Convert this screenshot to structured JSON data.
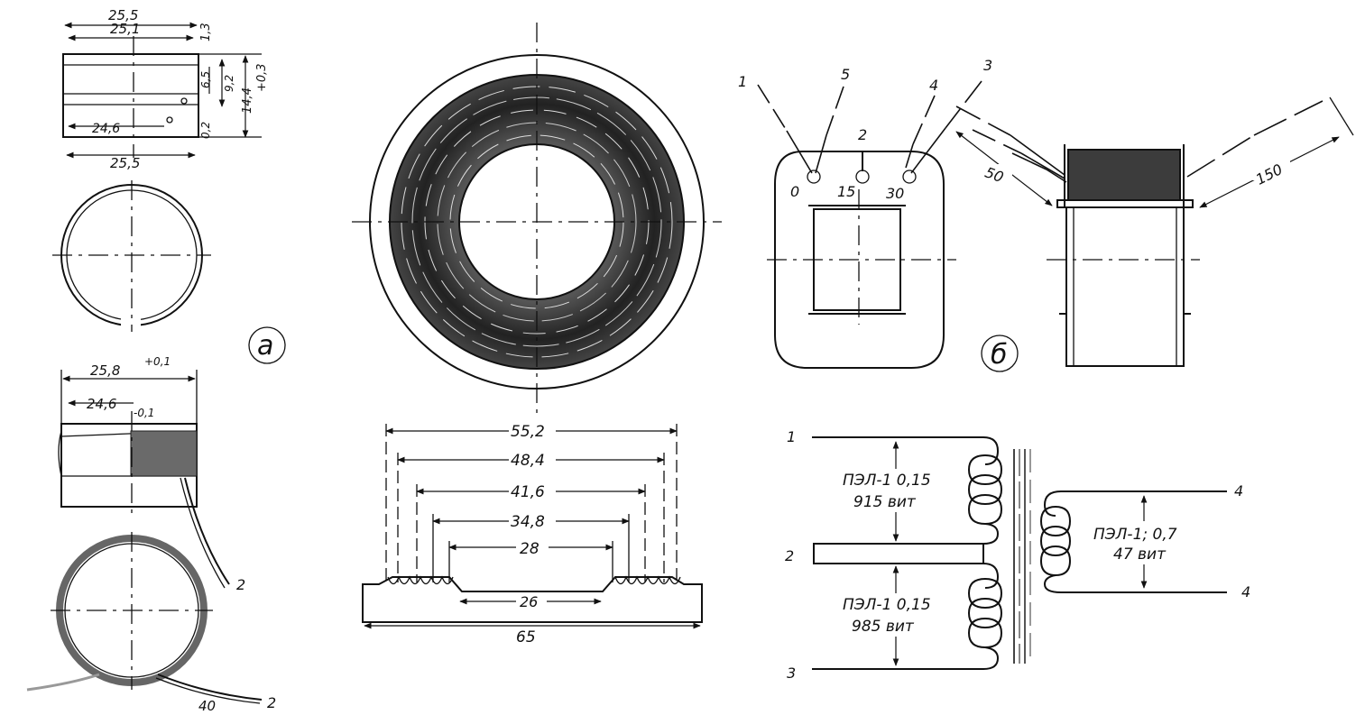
{
  "panel_labels": {
    "a": "а",
    "b": "б"
  },
  "coil_a": {
    "dims_top": {
      "d1": "25,5",
      "d2": "25,1",
      "d3": "1,3",
      "d4": "6,5",
      "d5": "9,2",
      "d6": "14,4",
      "tol6": "+0,3",
      "d7": "0,2",
      "d8": "24,6",
      "d9": "25,5"
    },
    "dims_bottom": {
      "d1": "25,8",
      "tol1": "+0,1",
      "d2": "24,6",
      "tol2": "-0,1",
      "lead": "2",
      "len": "40",
      "lead2": "2"
    }
  },
  "toroid": {
    "dims": [
      "55,2",
      "48,4",
      "41,6",
      "34,8",
      "28"
    ],
    "inner": "26",
    "outer": "65"
  },
  "coil_b": {
    "leads": [
      "1",
      "5",
      "4",
      "3"
    ],
    "taps": {
      "t0": "0",
      "t15": "15",
      "t30": "30",
      "tap2": "2"
    },
    "dim_left": "50",
    "dim_right": "150"
  },
  "schematic": {
    "terminals": [
      "1",
      "2",
      "3",
      "4",
      "4"
    ],
    "winding1": {
      "wire": "ПЭЛ-1 0,15",
      "turns": "915 вит"
    },
    "winding2": {
      "wire": "ПЭЛ-1 0,15",
      "turns": "985 вит"
    },
    "winding3": {
      "wire": "ПЭЛ-1; 0,7",
      "turns": "47 вит"
    }
  }
}
